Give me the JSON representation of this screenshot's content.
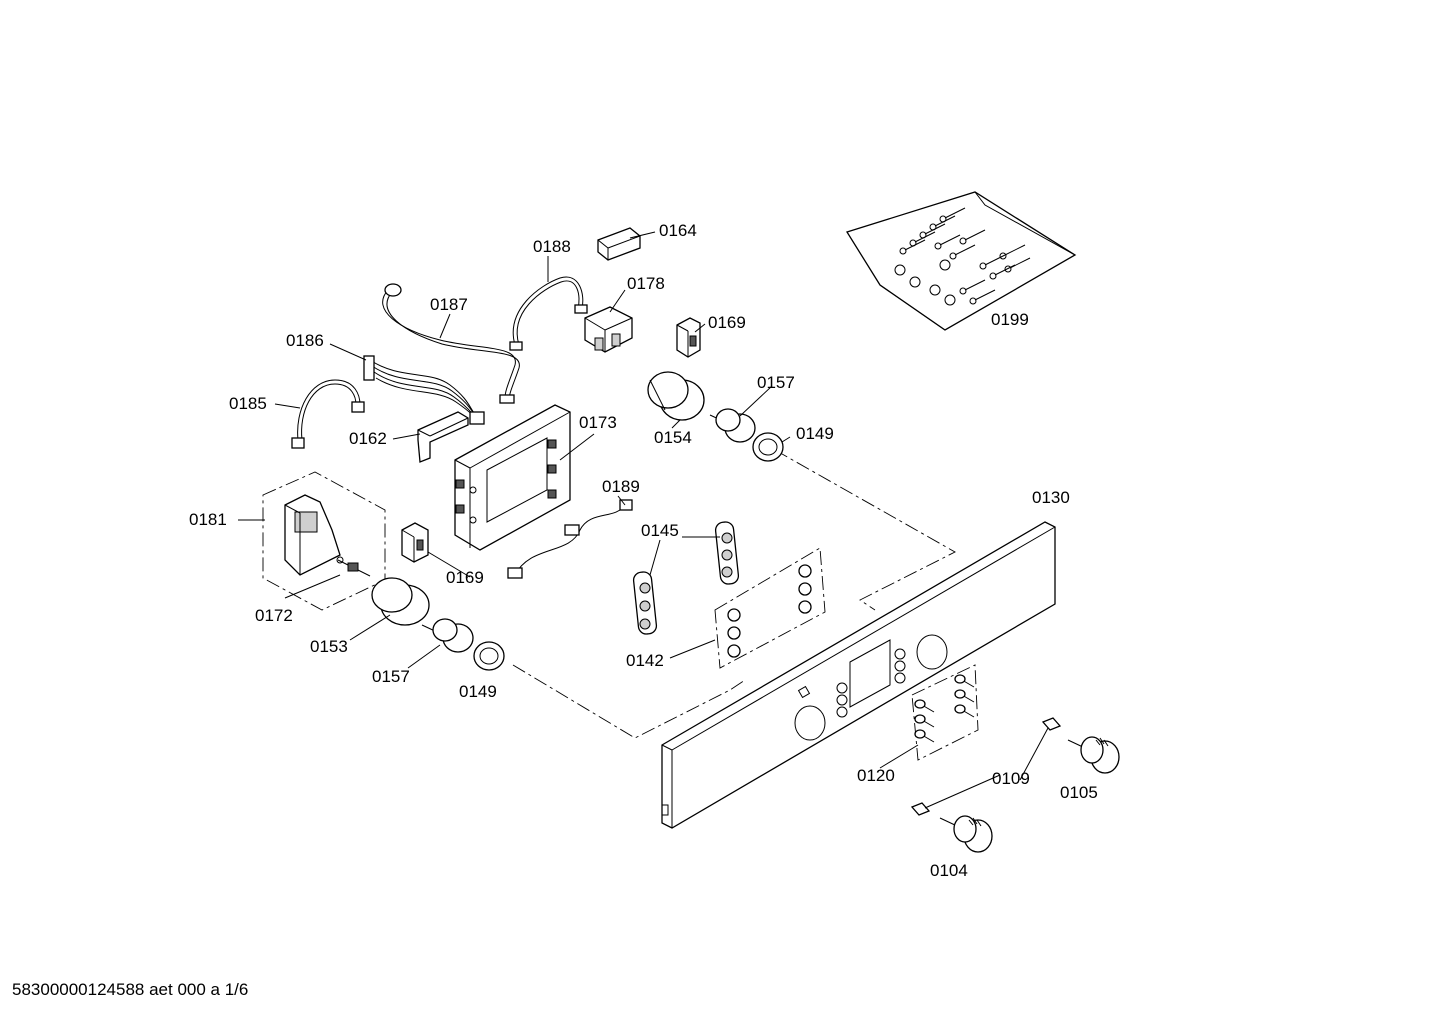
{
  "labels": {
    "p0164": "0164",
    "p0188": "0188",
    "p0178": "0178",
    "p0187": "0187",
    "p0169a": "0169",
    "p0186": "0186",
    "p0157a": "0157",
    "p0185": "0185",
    "p0173": "0173",
    "p0162": "0162",
    "p0154": "0154",
    "p0149a": "0149",
    "p0199": "0199",
    "p0130": "0130",
    "p0189": "0189",
    "p0181": "0181",
    "p0145": "0145",
    "p0169b": "0169",
    "p0172": "0172",
    "p0153": "0153",
    "p0142": "0142",
    "p0157b": "0157",
    "p0149b": "0149",
    "p0120": "0120",
    "p0109": "0109",
    "p0105": "0105",
    "p0104": "0104"
  },
  "footer": "58300000124588 aet 000 a 1/6"
}
